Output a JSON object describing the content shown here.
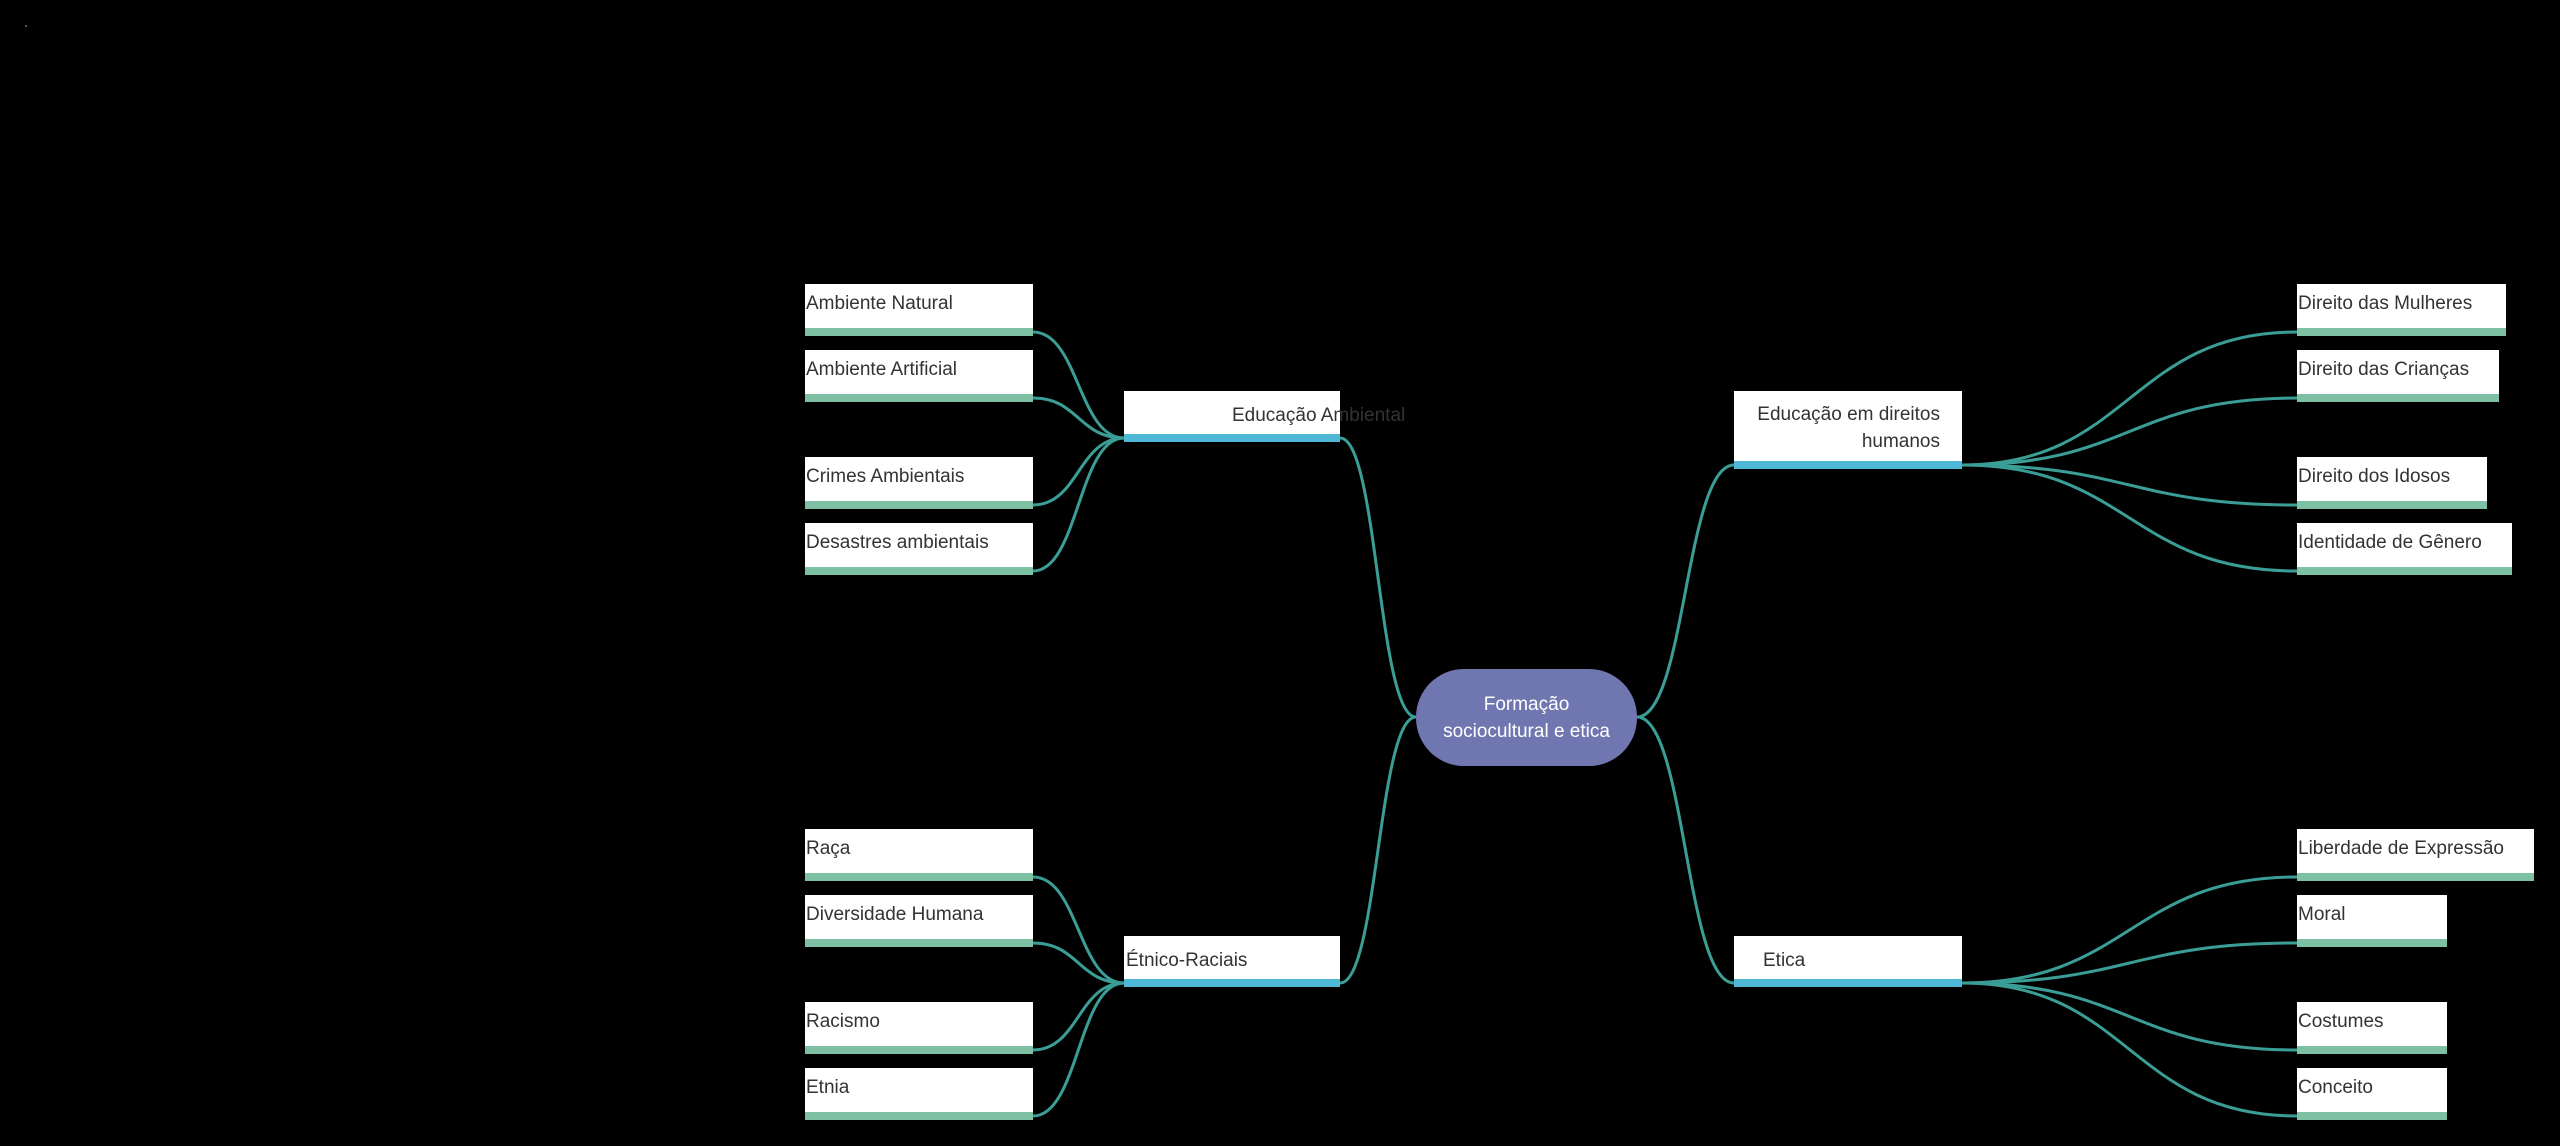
{
  "mindmap": {
    "center": "Formação sociocultural e etica",
    "branches": [
      {
        "label": "Educação Ambiental",
        "children": [
          "Ambiente Natural",
          "Ambiente Artificial",
          "Crimes Ambientais",
          "Desastres ambientais"
        ]
      },
      {
        "label": "Étnico-Raciais",
        "children": [
          "Raça",
          "Diversidade Humana",
          "Racismo",
          "Etnia"
        ]
      },
      {
        "label": "Educação em direitos humanos",
        "children": [
          "Direito das Mulheres",
          "Direito das Crianças",
          "Direito dos Idosos",
          "Identidade de Gênero"
        ]
      },
      {
        "label": "Etica",
        "children": [
          "Liberdade de Expressão",
          "Moral",
          "Costumes",
          "Conceito"
        ]
      }
    ],
    "colors": {
      "background": "#000000",
      "center_fill": "#6f76b0",
      "connector": "#3a9e96",
      "branch_underline": "#4fb8d6",
      "leaf_underline": "#7ec0a4"
    }
  }
}
